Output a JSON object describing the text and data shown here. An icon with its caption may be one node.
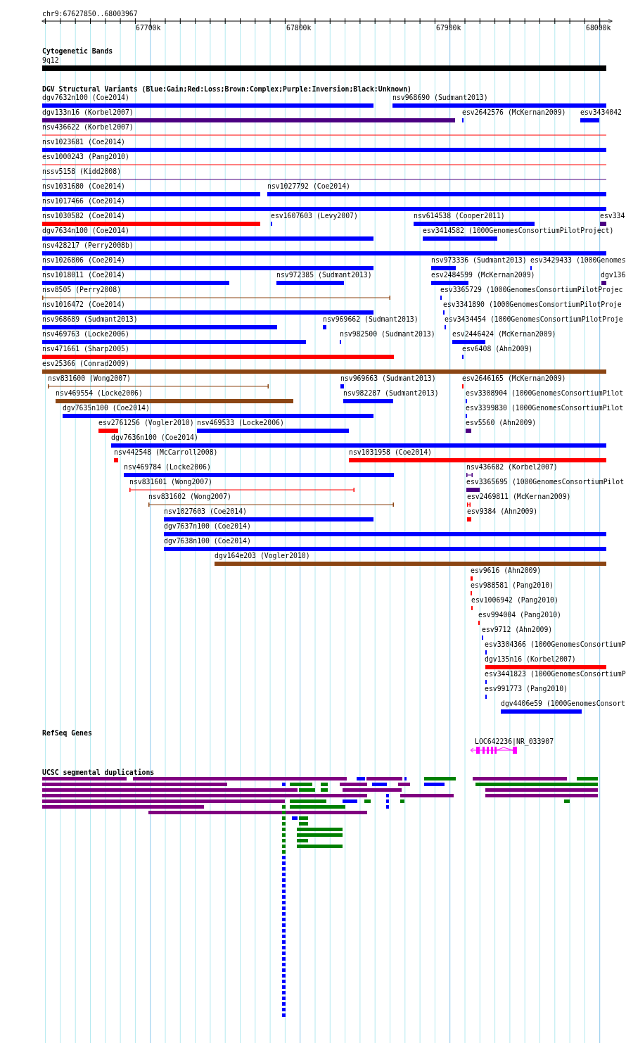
{
  "diagram": {
    "labels": [
      "chr9:67627850..68003967",
      "67700k",
      "67800k",
      "67900k",
      "68000k",
      "Cytogenetic Bands",
      "9q12",
      "DGV Structural Variants (Blue:Gain;Red:Loss;Brown:Complex;Purple:Inversion;Black:Unknown)",
      "dgv7632n100 (Coe2014)",
      "nsv968690 (Sudmant2013)",
      "dgv133n16 (Korbel2007)",
      "esv2642576 (McKernan2009)",
      "esv3434042",
      "nsv436622 (Korbel2007)",
      "nsv1023681 (Coe2014)",
      "esv1000243 (Pang2010)",
      "nssv5158 (Kidd2008)",
      "nsv1031680 (Coe2014)",
      "nsv1027792 (Coe2014)",
      "nsv1017466 (Coe2014)",
      "nsv1030582 (Coe2014)",
      "esv1607603 (Levy2007)",
      "nsv614538 (Cooper2011)",
      "esv334",
      "dgv7634n100 (Coe2014)",
      "esv3414582 (1000GenomesConsortiumPilotProject)",
      "nsv428217 (Perry2008b)",
      "nsv1026806 (Coe2014)",
      "nsv973336 (Sudmant2013)",
      "esv3429433 (1000Genomes",
      "nsv1018011 (Coe2014)",
      "nsv972385 (Sudmant2013)",
      "esv2484599 (McKernan2009)",
      "dgv136",
      "nsv8505 (Perry2008)",
      "esv3365729 (1000GenomesConsortiumPilotProjec",
      "nsv1016472 (Coe2014)",
      "esv3341890 (1000GenomesConsortiumPilotProje",
      "nsv968689 (Sudmant2013)",
      "nsv969662 (Sudmant2013)",
      "esv3434454 (1000GenomesConsortiumPilotProje",
      "nsv469763 (Locke2006)",
      "nsv982500 (Sudmant2013)",
      "esv2446424 (McKernan2009)",
      "nsv471661 (Sharp2005)",
      "esv6408 (Ahn2009)",
      "esv25366 (Conrad2009)",
      "nsv831600 (Wong2007)",
      "nsv969663 (Sudmant2013)",
      "esv2646165 (McKernan2009)",
      "nsv469554 (Locke2006)",
      "nsv982287 (Sudmant2013)",
      "esv3308904 (1000GenomesConsortiumPilot",
      "dgv7635n100 (Coe2014)",
      "esv3399830 (1000GenomesConsortiumPilot",
      "esv2761256 (Vogler2010)",
      "nsv469533 (Locke2006)",
      "esv5560 (Ahn2009)",
      "dgv7636n100 (Coe2014)",
      "nsv442548 (McCarroll2008)",
      "nsv1031958 (Coe2014)",
      "nsv469784 (Locke2006)",
      "nsv436682 (Korbel2007)",
      "nsv831601 (Wong2007)",
      "esv3365695 (1000GenomesConsortiumPilot",
      "nsv831602 (Wong2007)",
      "esv2469811 (McKernan2009)",
      "nsv1027603 (Coe2014)",
      "esv9384 (Ahn2009)",
      "dgv7637n100 (Coe2014)",
      "dgv7638n100 (Coe2014)",
      "dgv164e203 (Vogler2010)",
      "esv9616 (Ahn2009)",
      "esv988581 (Pang2010)",
      "esv1006942 (Pang2010)",
      "esv994004 (Pang2010)",
      "esv9712 (Ahn2009)",
      "esv3304366 (1000GenomesConsortiumP",
      "dgv135n16 (Korbel2007)",
      "esv3441823 (1000GenomesConsortiumP",
      "esv991773 (Pang2010)",
      "dgv4406e59 (1000GenomesConsort",
      "RefSeq Genes",
      "LOC642236|NR_033907",
      "UCSC segmental duplications"
    ]
  }
}
